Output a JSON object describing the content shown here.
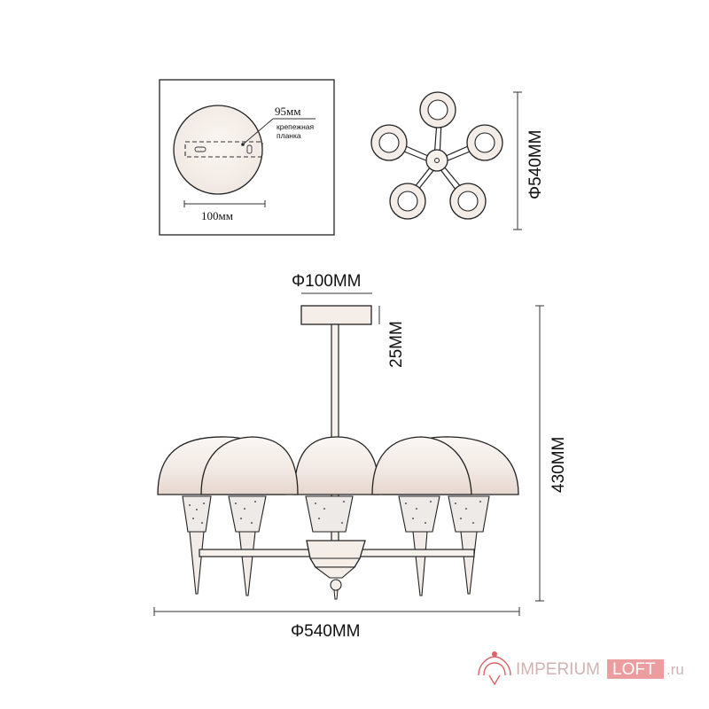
{
  "mount_view": {
    "bracket_length": "95мм",
    "bracket_label_line1": "крепежная",
    "bracket_label_line2": "планка",
    "plate_diameter": "100мм"
  },
  "top_view": {
    "diameter": "Φ540ММ"
  },
  "side_view": {
    "canopy_diameter": "Φ100ММ",
    "canopy_height": "25ММ",
    "total_height": "430ММ",
    "total_diameter": "Φ540ММ"
  },
  "watermark": {
    "brand_left": "IMPERIUM",
    "brand_right": "LOFT",
    "domain": ".ru"
  },
  "colors": {
    "line": "#222222",
    "shade_fill": "#f3ece7",
    "brand_red": "#d9484d"
  }
}
